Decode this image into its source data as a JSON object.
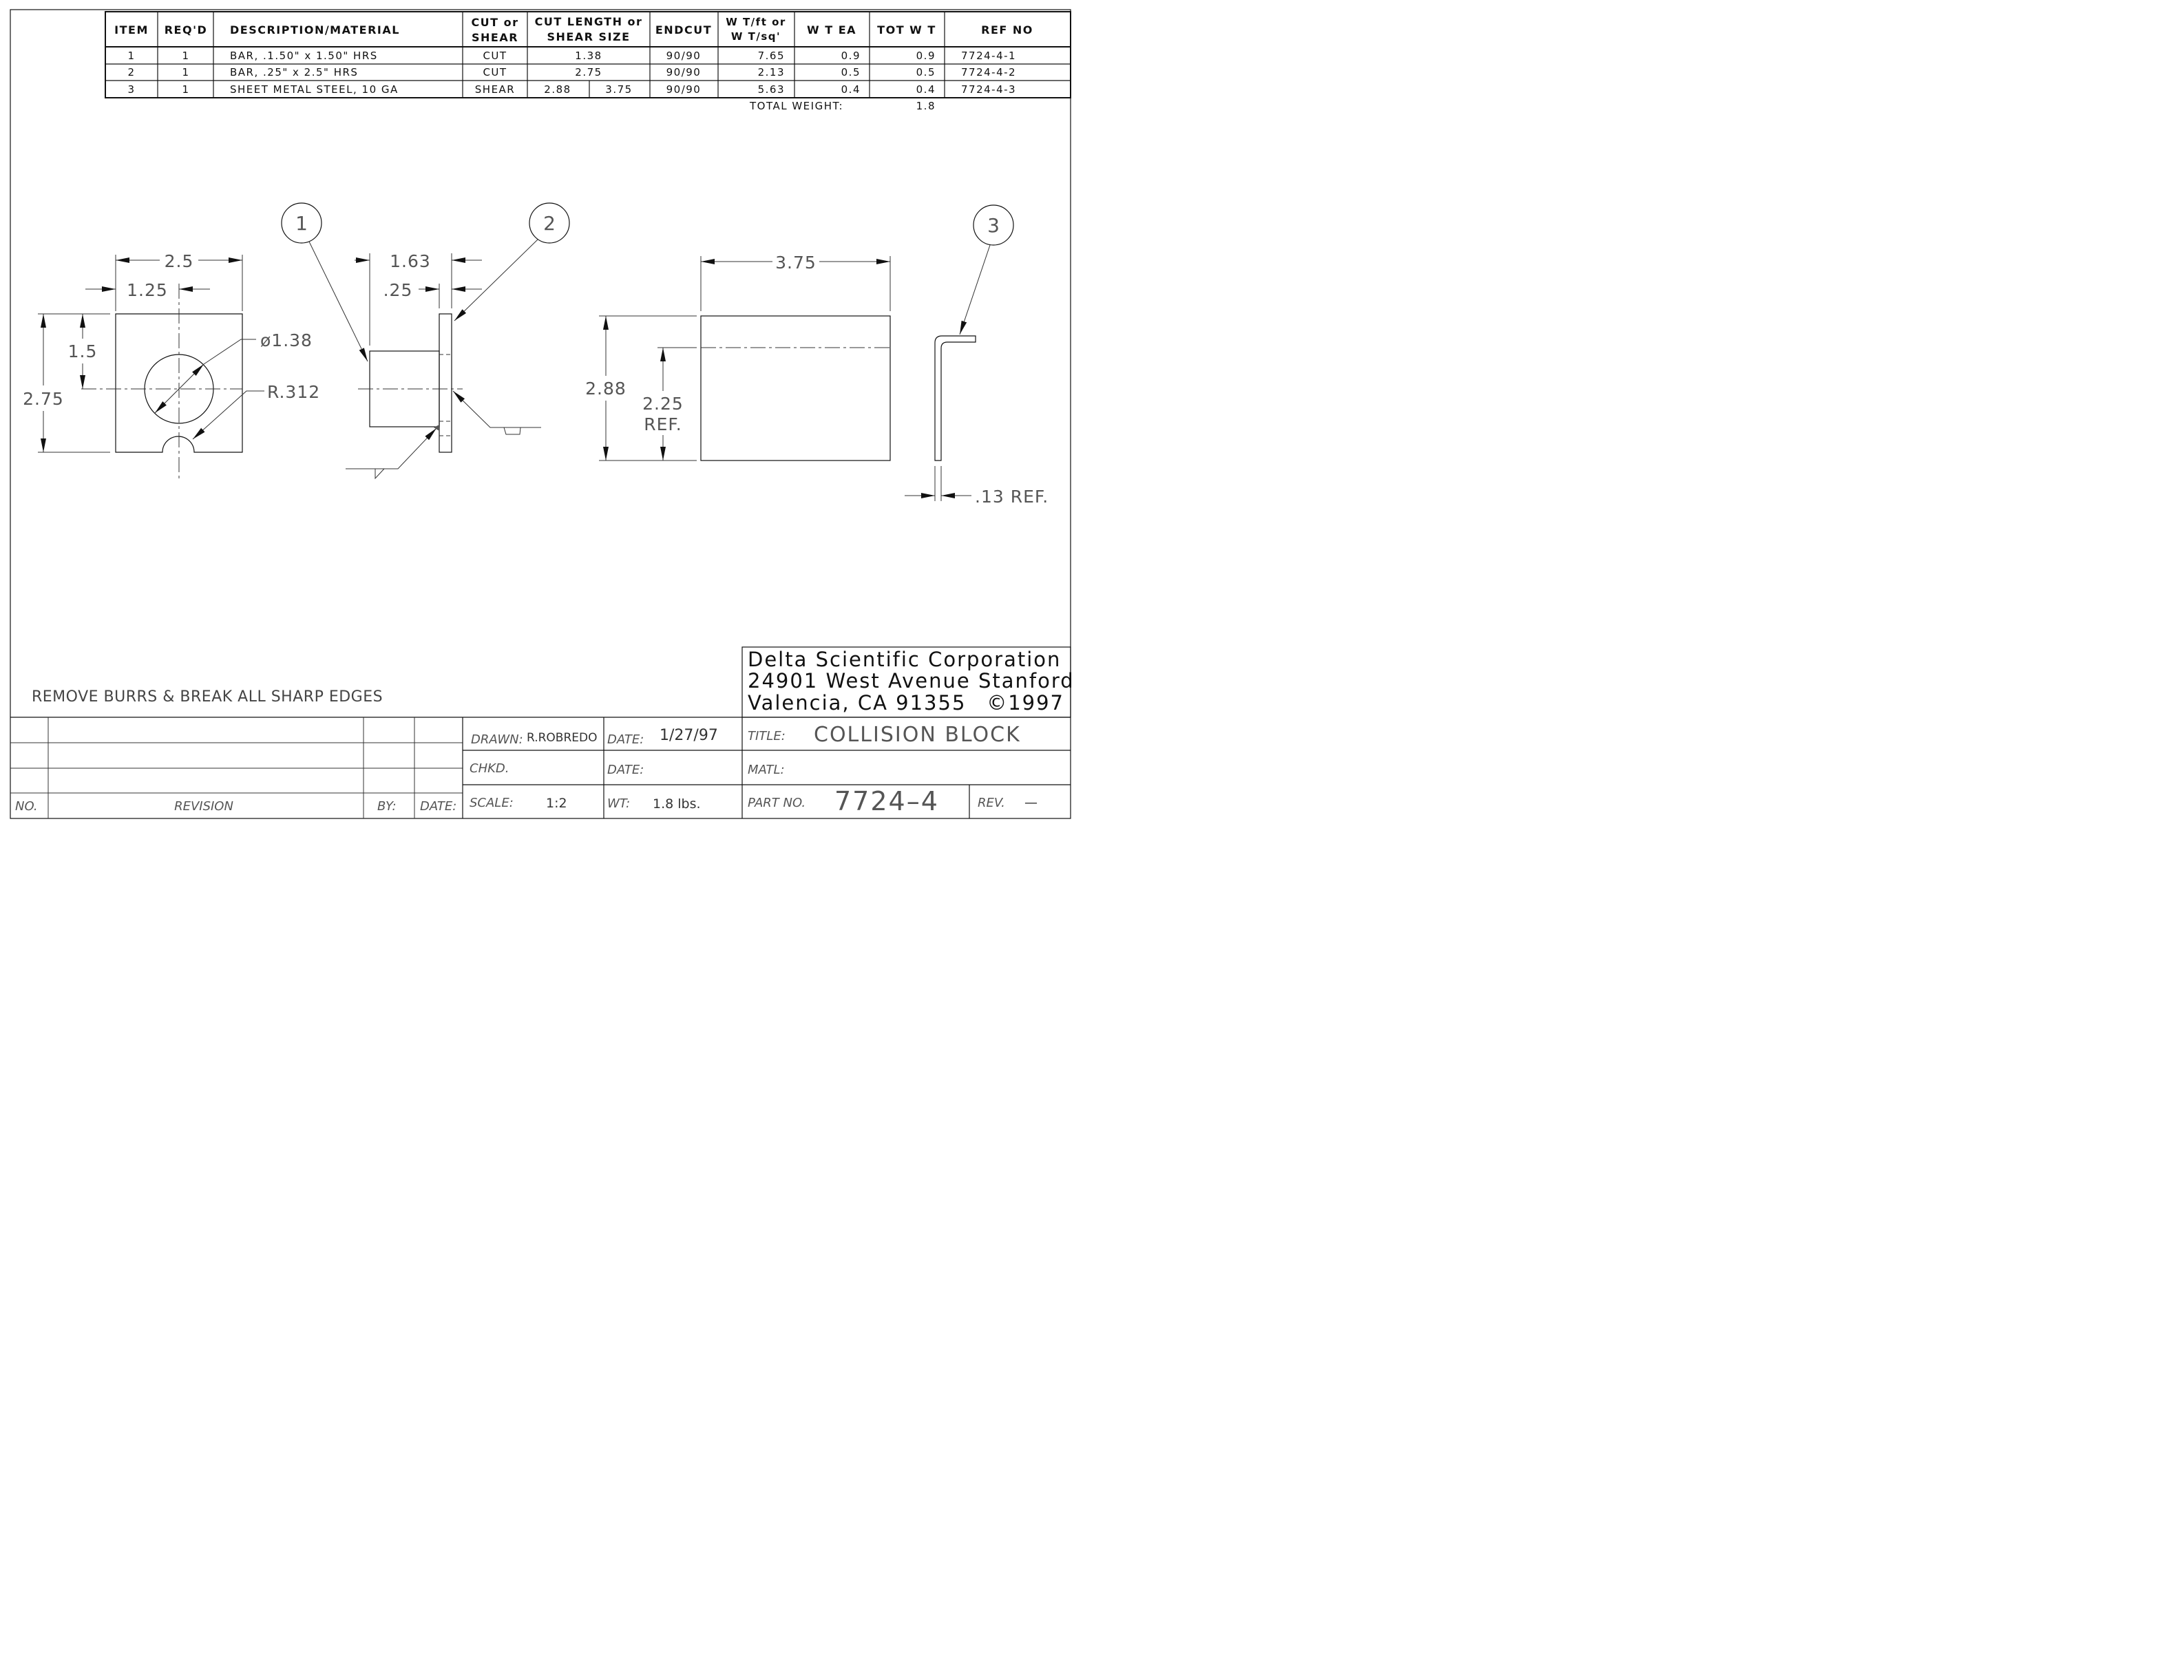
{
  "bom": {
    "headers": {
      "item": "ITEM",
      "reqd": "REQ'D",
      "description": "DESCRIPTION/MATERIAL",
      "cut_or_shear_1": "CUT or",
      "cut_or_shear_2": "SHEAR",
      "cut_length_1": "CUT LENGTH or",
      "cut_length_2": "SHEAR SIZE",
      "endcut": "ENDCUT",
      "wt_1": "W T/ft or",
      "wt_2": "W T/sq'",
      "wt_ea": "W T EA",
      "tot_wt": "TOT W T",
      "ref_no": "REF NO"
    },
    "rows": [
      {
        "item": "1",
        "reqd": "1",
        "description": "BAR, .1.50\" x 1.50\" HRS",
        "cut_or_shear": "CUT",
        "size": "1.38",
        "endcut": "90/90",
        "wt_ft": "7.65",
        "wt_ea": "0.9",
        "tot_wt": "0.9",
        "ref_no": "7724-4-1"
      },
      {
        "item": "2",
        "reqd": "1",
        "description": "BAR, .25\" x 2.5\" HRS",
        "cut_or_shear": "CUT",
        "size": "2.75",
        "endcut": "90/90",
        "wt_ft": "2.13",
        "wt_ea": "0.5",
        "tot_wt": "0.5",
        "ref_no": "7724-4-2"
      },
      {
        "item": "3",
        "reqd": "1",
        "description": "SHEET METAL STEEL, 10 GA",
        "cut_or_shear": "SHEAR",
        "size_a": "2.88",
        "size_b": "3.75",
        "endcut": "90/90",
        "wt_ft": "5.63",
        "wt_ea": "0.4",
        "tot_wt": "0.4",
        "ref_no": "7724-4-3"
      }
    ],
    "total_label": "TOTAL WEIGHT:",
    "total_value": "1.8"
  },
  "balloons": [
    "1",
    "2",
    "3"
  ],
  "dimensions": {
    "view1_width": "2.5",
    "view1_half": "1.25",
    "view1_height": "2.75",
    "view1_hole_center": "1.5",
    "view1_diameter": "ø1.38",
    "view1_radius": "R.312",
    "view2_length": "1.63",
    "view2_thickness": ".25",
    "view3_width": "3.75",
    "view3_height": "2.88",
    "view3_ref_1": "2.25",
    "view3_ref_2": "REF.",
    "view4_thickness": ".13 REF."
  },
  "note": "REMOVE BURRS & BREAK ALL SHARP EDGES",
  "company": {
    "line1": "Delta Scientific Corporation",
    "line2": "24901 West Avenue Stanford",
    "line3a": "Valencia, CA 91355",
    "line3b": "©1997"
  },
  "title_block": {
    "drawn_label": "DRAWN:",
    "drawn_value": "R.ROBREDO",
    "date_label": "DATE:",
    "date_value": "1/27/97",
    "title_label": "TITLE:",
    "title_value": "COLLISION BLOCK",
    "chkd_label": "CHKD.",
    "date2_label": "DATE:",
    "matl_label": "MATL:",
    "scale_label": "SCALE:",
    "scale_value": "1:2",
    "wt_label": "WT:",
    "wt_value": "1.8 lbs.",
    "part_label": "PART NO.",
    "part_value": "7724–4",
    "rev_label": "REV.",
    "rev_value": "—"
  },
  "revision_block": {
    "no_label": "NO.",
    "revision_label": "REVISION",
    "by_label": "BY:",
    "date_label": "DATE:"
  }
}
